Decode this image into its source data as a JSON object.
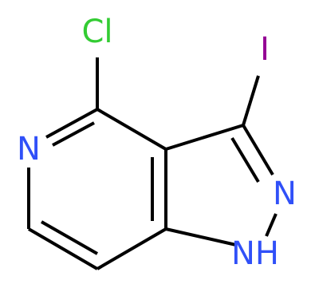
{
  "molecule": {
    "atoms": [
      {
        "id": "Cl",
        "label": "Cl",
        "color": "#33cc33"
      },
      {
        "id": "I",
        "label": "I",
        "color": "#940094"
      },
      {
        "id": "N_pyridine",
        "label": "N",
        "color": "#3050f8"
      },
      {
        "id": "N_pyrazole",
        "label": "N",
        "color": "#3050f8"
      },
      {
        "id": "NH",
        "label": "NH",
        "color": "#3050f8"
      }
    ],
    "bond_color": "#000000"
  }
}
